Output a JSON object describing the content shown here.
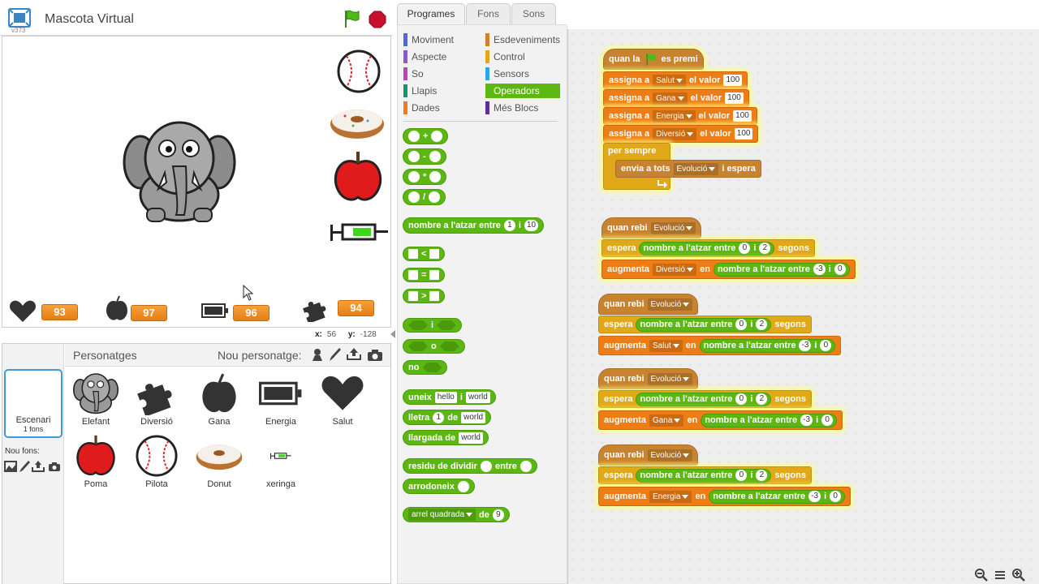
{
  "stage": {
    "version": "v373",
    "title": "Mascota Virtual",
    "coords": {
      "x_label": "x:",
      "x_value": "56",
      "y_label": "y:",
      "y_value": "-128"
    },
    "counters": {
      "health": "93",
      "hunger": "97",
      "energy": "96",
      "fun": "94"
    }
  },
  "sprites_pane": {
    "title": "Personatges",
    "new_sprite_label": "Nou personatge:",
    "stage_label": "Escenari",
    "stage_sub": "1 fons",
    "new_bg_label": "Nou fons:",
    "sprites": [
      {
        "name": "Elefant"
      },
      {
        "name": "Diversió"
      },
      {
        "name": "Gana"
      },
      {
        "name": "Energia"
      },
      {
        "name": "Salut"
      },
      {
        "name": "Poma"
      },
      {
        "name": "Pilota"
      },
      {
        "name": "Donut"
      },
      {
        "name": "xeringa"
      }
    ]
  },
  "tabs": [
    {
      "label": "Programes"
    },
    {
      "label": "Fons"
    },
    {
      "label": "Sons"
    }
  ],
  "categories": [
    {
      "label": "Moviment",
      "color": "#4a6cd4"
    },
    {
      "label": "Aspecte",
      "color": "#8a55d7"
    },
    {
      "label": "So",
      "color": "#bb42c3"
    },
    {
      "label": "Llapis",
      "color": "#0e9a6c"
    },
    {
      "label": "Dades",
      "color": "#ee7d16"
    },
    {
      "label": "Esdeveniments",
      "color": "#c88330"
    },
    {
      "label": "Control",
      "color": "#e1a91a"
    },
    {
      "label": "Sensors",
      "color": "#2ca5e2"
    },
    {
      "label": "Operadors",
      "color": "#5cb712"
    },
    {
      "label": "Més Blocs",
      "color": "#632d99"
    }
  ],
  "palette": {
    "plus": "+",
    "minus": "-",
    "times": "*",
    "divide": "/",
    "random_label": "nombre a l'atzar entre",
    "random_and": "i",
    "random_from": "1",
    "random_to": "10",
    "lt": "<",
    "eq": "=",
    "gt": ">",
    "and": "i",
    "or": "o",
    "not": "no",
    "join_label": "uneix",
    "join_a": "hello",
    "join_and": "i",
    "join_b": "world",
    "letter_label": "lletra",
    "letter_num": "1",
    "letter_of": "de",
    "letter_word": "world",
    "length_label": "llargada de",
    "length_word": "world",
    "mod_label": "residu de dividir",
    "mod_between": "entre",
    "round_label": "arrodoneix",
    "sqrt_op": "arrel quadrada",
    "sqrt_of": "de",
    "sqrt_num": "9"
  },
  "scripts": {
    "s1": {
      "when": "quan la",
      "clicked": "es premi",
      "set": "assigna a",
      "value_word": "el valor",
      "vars": [
        "Salut",
        "Gana",
        "Energia",
        "Diversió"
      ],
      "values": [
        "100",
        "100",
        "100",
        "100"
      ],
      "forever": "per sempre",
      "broadcast": "envia a tots",
      "broadcast_msg": "Evolució",
      "and_wait": "i espera"
    },
    "receive": "quan rebi",
    "msg": "Evolució",
    "wait": "espera",
    "seconds": "segons",
    "random": "nombre a l'atzar entre",
    "and": "i",
    "wait_from": "0",
    "wait_to": "2",
    "change": "augmenta",
    "by": "en",
    "change_from": "-3",
    "change_to": "0",
    "change_vars": [
      "Diversió",
      "Salut",
      "Gana",
      "Energia"
    ]
  }
}
